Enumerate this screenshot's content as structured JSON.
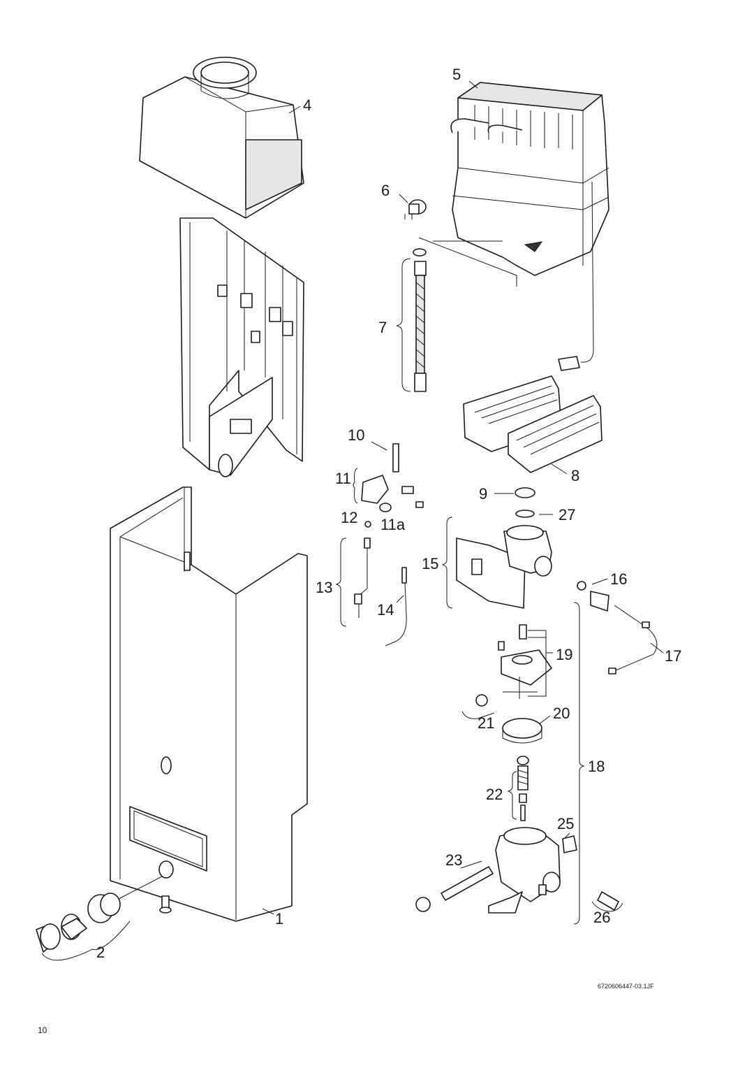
{
  "diagram": {
    "part_labels": {
      "p1": "1",
      "p2": "2",
      "p4": "4",
      "p5": "5",
      "p6": "6",
      "p7": "7",
      "p8": "8",
      "p9": "9",
      "p10": "10",
      "p11": "11",
      "p11a": "11a",
      "p12": "12",
      "p13": "13",
      "p14": "14",
      "p15": "15",
      "p16": "16",
      "p17": "17",
      "p18": "18",
      "p19": "19",
      "p20": "20",
      "p21": "21",
      "p22": "22",
      "p23": "23",
      "p25": "25",
      "p26": "26",
      "p27": "27"
    },
    "reference_code": "6720606447-03.1JF"
  },
  "page": {
    "number": "10"
  },
  "colors": {
    "line": "#1a1a1a",
    "background": "#ffffff",
    "shade": "#e6e6e6"
  }
}
